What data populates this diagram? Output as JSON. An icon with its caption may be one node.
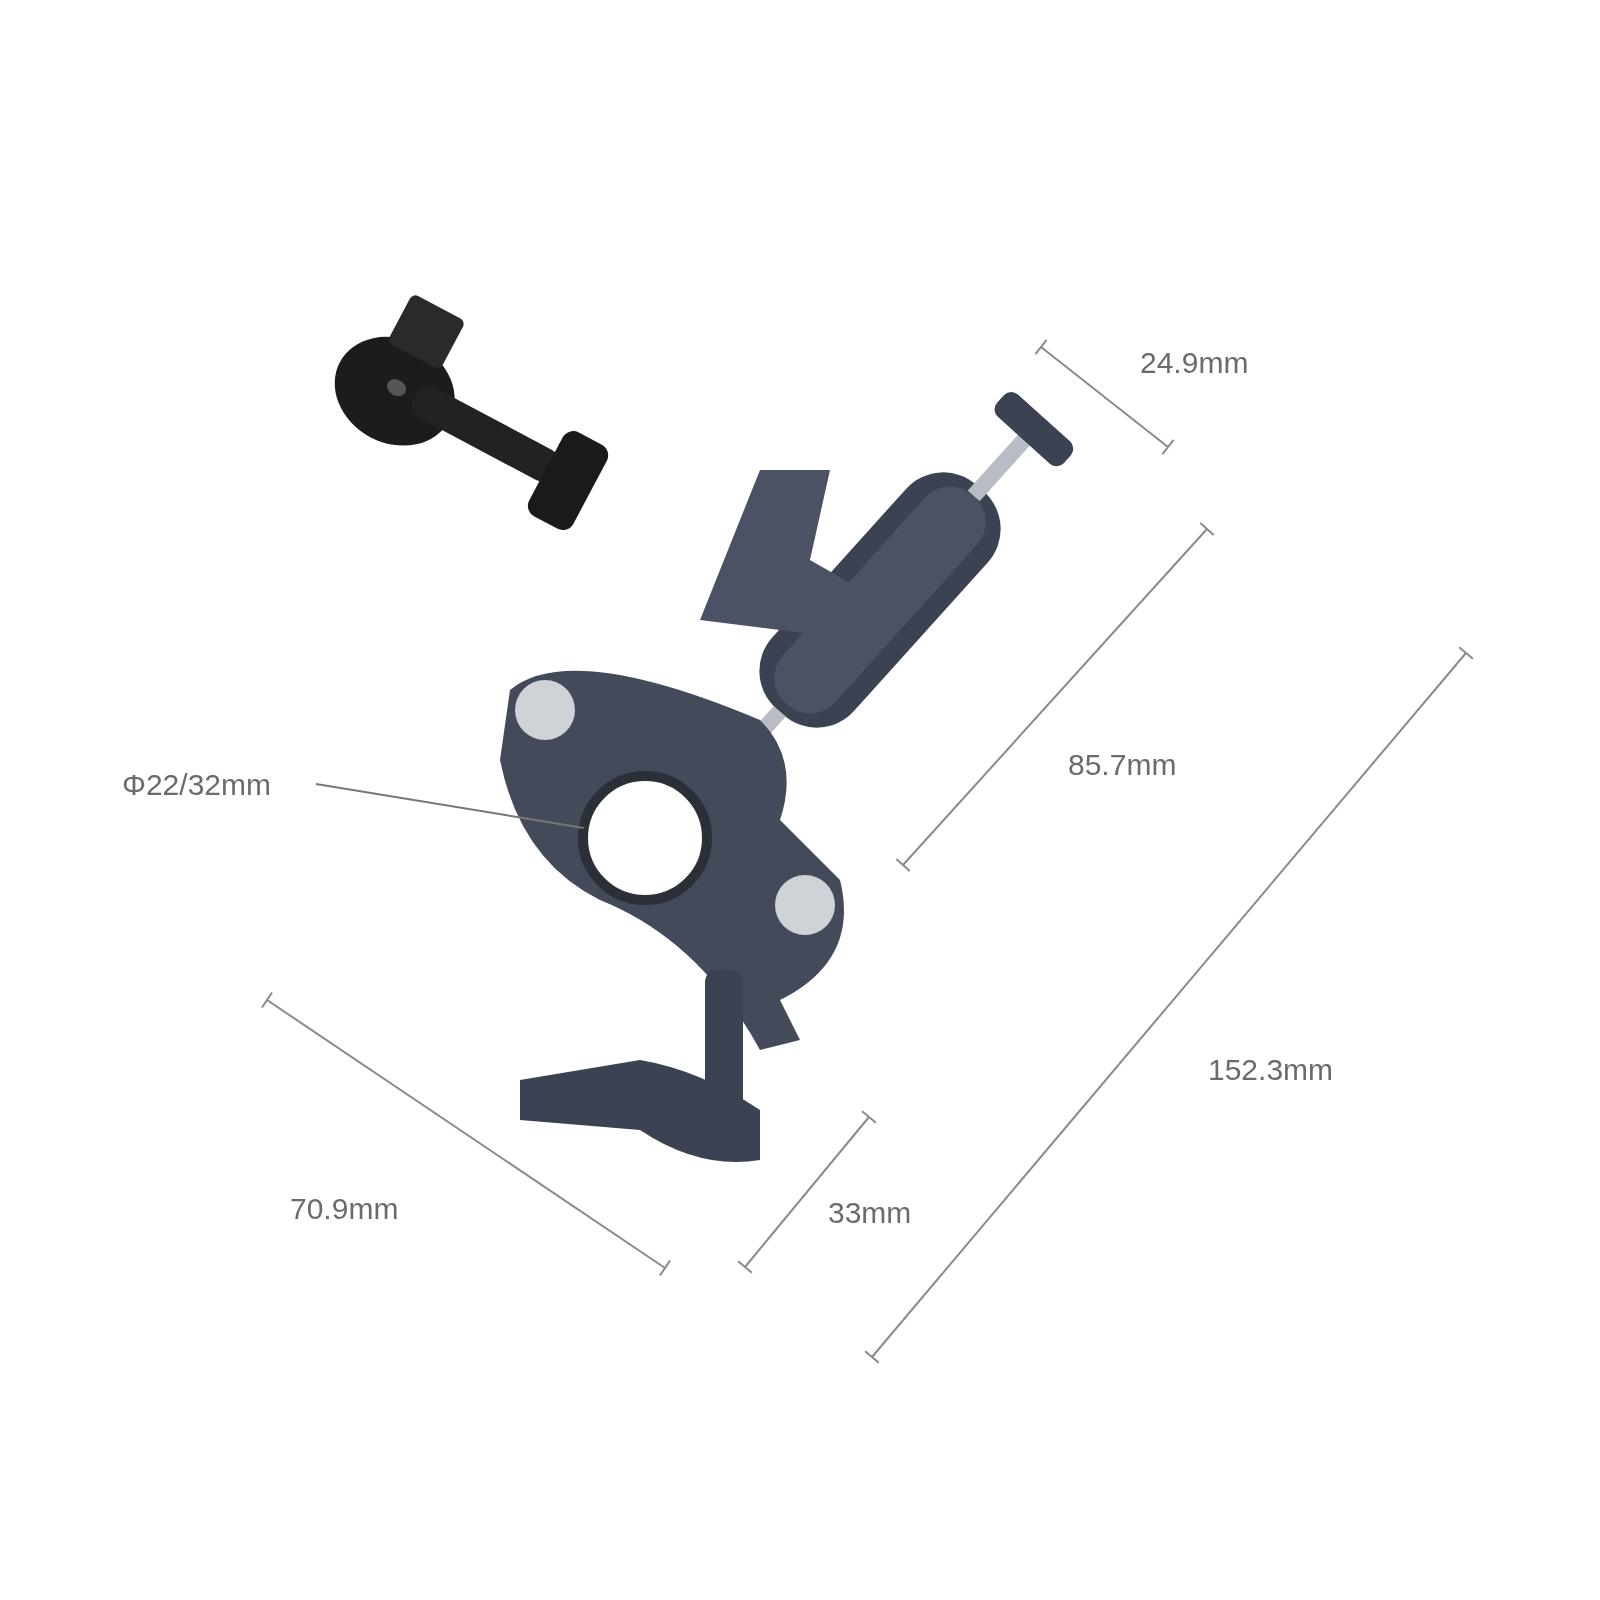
{
  "diagram": {
    "nodes": [
      {
        "text": [
          "Φ22/32mm"
        ]
      },
      {
        "text": [],
        "shape": "circle"
      }
    ],
    "edges": [
      {
        "from": 0,
        "to": 1,
        "arrow": "none"
      }
    ],
    "labels": [
      "24.9mm",
      "85.7mm",
      "152.3mm",
      "70.9mm",
      "33mm"
    ]
  }
}
